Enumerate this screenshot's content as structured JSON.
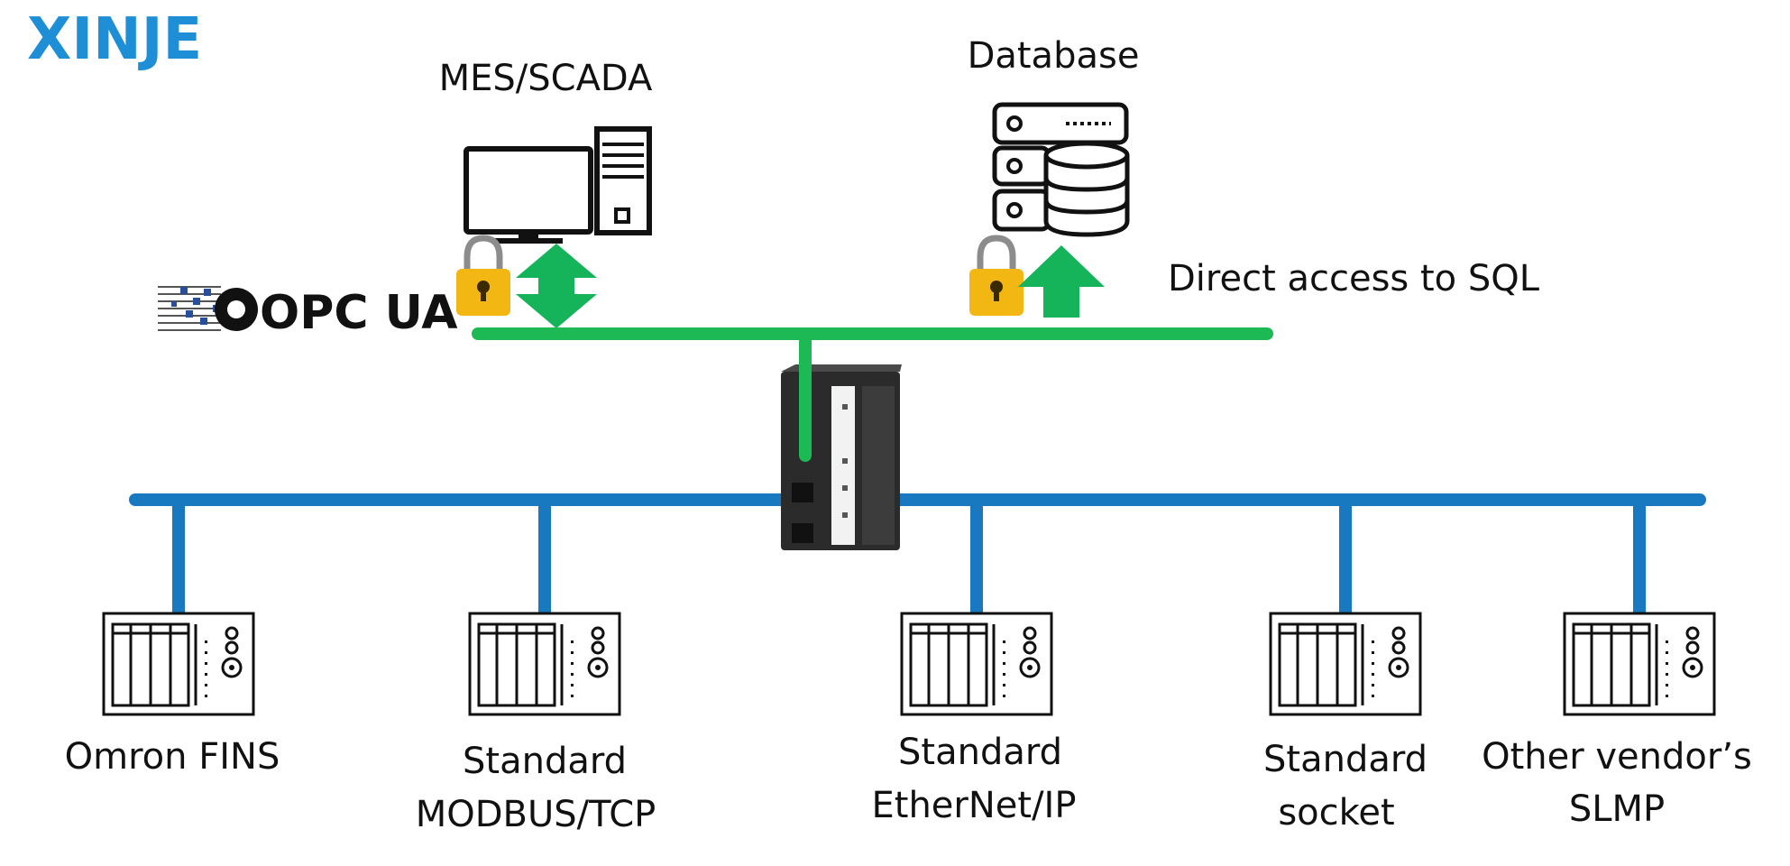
{
  "brand": {
    "name": "XINJE",
    "color": "#1e8fd6"
  },
  "protocol_logo": {
    "text": "OPC UA"
  },
  "top_nodes": {
    "mes": {
      "label": "MES/SCADA",
      "icon": "computer-icon"
    },
    "database": {
      "label": "Database",
      "icon": "database-server-icon"
    }
  },
  "sql_access": {
    "label": "Direct access to SQL"
  },
  "colors": {
    "upper_network": "#1db954",
    "lower_network": "#1878c0",
    "arrow": "#15b35a",
    "lock_body": "#f2b713",
    "lock_shackle": "#8c8c8c"
  },
  "devices": [
    {
      "lines": [
        "Omron FINS"
      ]
    },
    {
      "lines": [
        "Standard",
        "MODBUS/TCP"
      ]
    },
    {
      "lines": [
        "Standard",
        "EtherNet/IP"
      ]
    },
    {
      "lines": [
        "Standard",
        "socket"
      ]
    },
    {
      "lines": [
        "Other vendor’s",
        "SLMP"
      ]
    }
  ]
}
